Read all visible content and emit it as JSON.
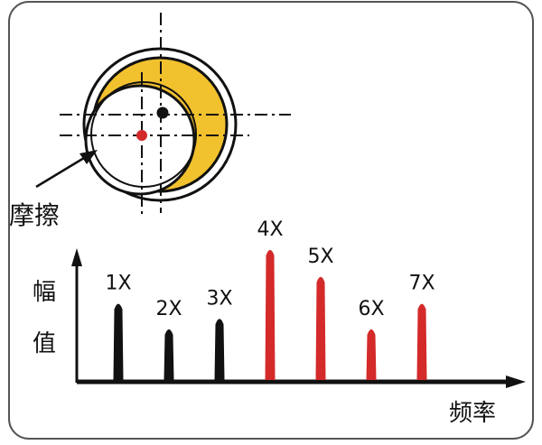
{
  "rotor_diagram": {
    "friction_label": "摩擦"
  },
  "spectrum": {
    "ylabel": "幅值",
    "xlabel": "频率",
    "peaks": [
      {
        "label": "1X",
        "amplitude": 0.52,
        "color": "#111111"
      },
      {
        "label": "2X",
        "amplitude": 0.35,
        "color": "#111111"
      },
      {
        "label": "3X",
        "amplitude": 0.42,
        "color": "#111111"
      },
      {
        "label": "4X",
        "amplitude": 0.88,
        "color": "#d42a2a"
      },
      {
        "label": "5X",
        "amplitude": 0.7,
        "color": "#d42a2a"
      },
      {
        "label": "6X",
        "amplitude": 0.35,
        "color": "#d42a2a"
      },
      {
        "label": "7X",
        "amplitude": 0.52,
        "color": "#d42a2a"
      }
    ]
  },
  "colors": {
    "ring_fill": "#f2c12e",
    "center_dot": "#d42a2a",
    "shaft_dot": "#111111",
    "axis": "#111111"
  }
}
